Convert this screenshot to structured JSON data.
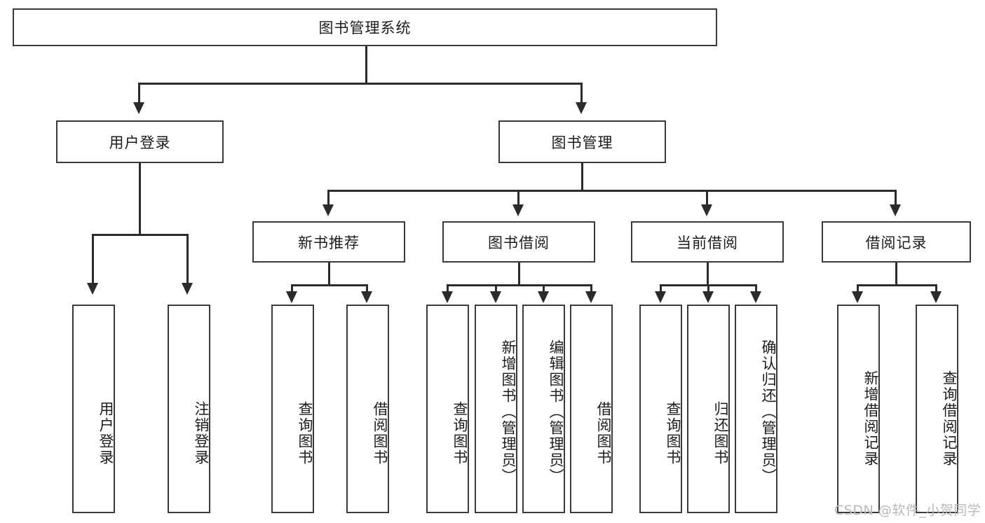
{
  "diagram": {
    "title": "图书管理系统",
    "type": "hierarchy-tree",
    "levels": 4,
    "root": {
      "label": "图书管理系统"
    },
    "level2": [
      {
        "label": "用户登录"
      },
      {
        "label": "图书管理"
      }
    ],
    "level3": [
      {
        "label": "新书推荐"
      },
      {
        "label": "图书借阅"
      },
      {
        "label": "当前借阅"
      },
      {
        "label": "借阅记录"
      }
    ],
    "leaves": {
      "user_login": [
        {
          "label": "用户登录"
        },
        {
          "label": "注销登录"
        }
      ],
      "new_book_recommend": [
        {
          "label": "查询图书"
        },
        {
          "label": "借阅图书"
        }
      ],
      "book_borrow": [
        {
          "label": "查询图书"
        },
        {
          "label": "新增图书（管理员）"
        },
        {
          "label": "编辑图书（管理员）"
        },
        {
          "label": "借阅图书"
        }
      ],
      "current_borrow": [
        {
          "label": "查询图书"
        },
        {
          "label": "归还图书"
        },
        {
          "label": "确认归还（管理员）"
        }
      ],
      "borrow_record": [
        {
          "label": "新增借阅记录"
        },
        {
          "label": "查询借阅记录"
        }
      ]
    }
  },
  "watermark": {
    "text": "CSDN @软件_小贺同学"
  },
  "colors": {
    "background": "#ffffff",
    "box_border": "#3a3a3a",
    "edge": "#2b2b2b",
    "text": "#1c1c1c",
    "watermark": "#b9b9b9"
  }
}
